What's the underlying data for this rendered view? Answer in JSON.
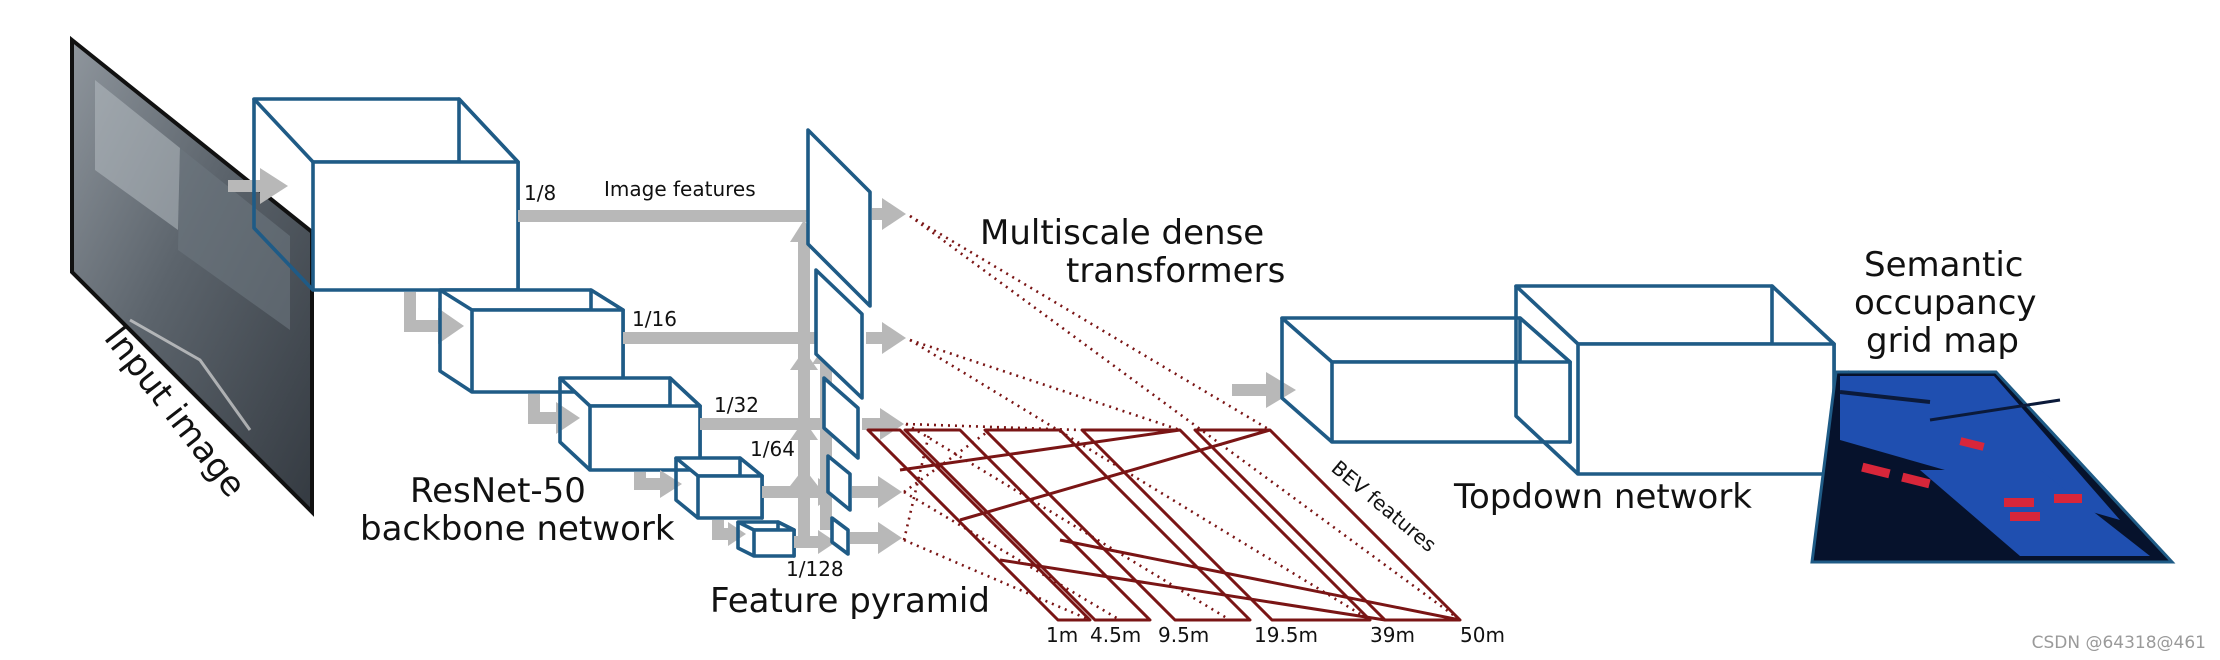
{
  "labels": {
    "input_image": "Input image",
    "backbone_line1": "ResNet-50",
    "backbone_line2": "backbone network",
    "image_features": "Image features",
    "feature_pyramid": "Feature pyramid",
    "transformers_line1": "Multiscale dense",
    "transformers_line2": "transformers",
    "bev_features": "BEV features",
    "topdown_network": "Topdown network",
    "grid_line1": "Semantic",
    "grid_line2": "occupancy",
    "grid_line3": "grid map"
  },
  "scales": [
    "1/8",
    "1/16",
    "1/32",
    "1/64",
    "1/128"
  ],
  "distances": [
    "1m",
    "4.5m",
    "9.5m",
    "19.5m",
    "39m",
    "50m"
  ],
  "watermark": "CSDN @64318@461",
  "colors": {
    "block_stroke": "#1f5b86",
    "arrow": "#b8b8b8",
    "bev_lines": "#7a1515",
    "grid_blue": "#1f4fb0",
    "grid_red": "#d8263a",
    "grid_dark": "#06122c"
  }
}
